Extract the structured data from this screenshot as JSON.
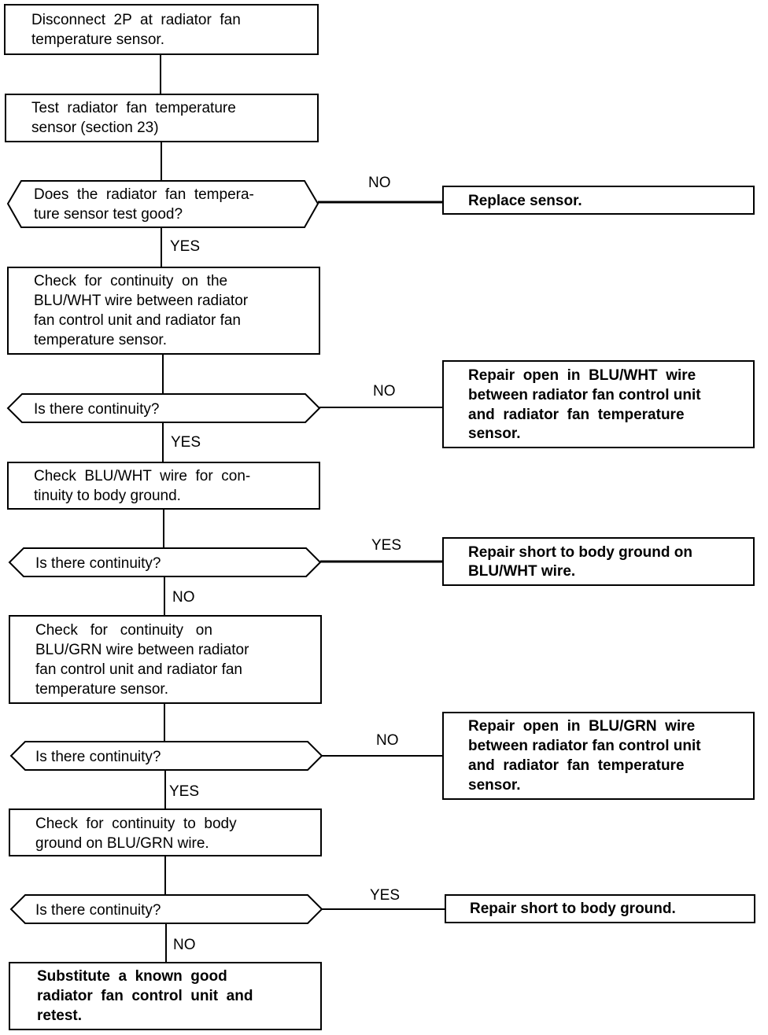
{
  "flowchart": {
    "steps": {
      "disconnect": [
        "Disconnect  2P  at  radiator  fan",
        "temperature sensor."
      ],
      "test_sensor": [
        "Test  radiator  fan  temperature",
        "sensor (section 23)"
      ],
      "check_blu_wht": [
        "Check  for  continuity  on  the",
        "BLU/WHT wire between radiator",
        "fan control unit and radiator fan",
        "temperature sensor."
      ],
      "check_blu_wht_ground": [
        "Check  BLU/WHT  wire  for  con-",
        "tinuity to body ground."
      ],
      "check_blu_grn": [
        "Check   for   continuity   on",
        "BLU/GRN wire between radiator",
        "fan control unit and radiator fan",
        "temperature sensor."
      ],
      "check_blu_grn_ground": [
        "Check  for  continuity  to  body",
        "ground on BLU/GRN wire."
      ],
      "substitute": [
        "Substitute  a  known  good",
        "radiator  fan  control  unit  and",
        "retest."
      ]
    },
    "decisions": {
      "d1": [
        "Does  the  radiator  fan  tempera-",
        "ture sensor test good?"
      ],
      "d2": [
        "Is there continuity?"
      ],
      "d3": [
        "Is there continuity?"
      ],
      "d4": [
        "Is there continuity?"
      ],
      "d5": [
        "Is there continuity?"
      ]
    },
    "actions": {
      "replace_sensor": [
        "Replace sensor."
      ],
      "repair_open_wht": [
        "Repair  open  in  BLU/WHT  wire",
        "between radiator fan control unit",
        "and  radiator  fan  temperature",
        "sensor."
      ],
      "repair_short_wht": [
        "Repair short to body ground on",
        "BLU/WHT wire."
      ],
      "repair_open_grn": [
        "Repair  open  in  BLU/GRN  wire",
        "between radiator fan control unit",
        "and  radiator  fan  temperature",
        "sensor."
      ],
      "repair_short": [
        "Repair short to body ground."
      ]
    },
    "labels": {
      "d1_side": "NO",
      "d1_down": "YES",
      "d2_side": "NO",
      "d2_down": "YES",
      "d3_side": "YES",
      "d3_down": "NO",
      "d4_side": "NO",
      "d4_down": "YES",
      "d5_side": "YES",
      "d5_down": "NO"
    }
  }
}
